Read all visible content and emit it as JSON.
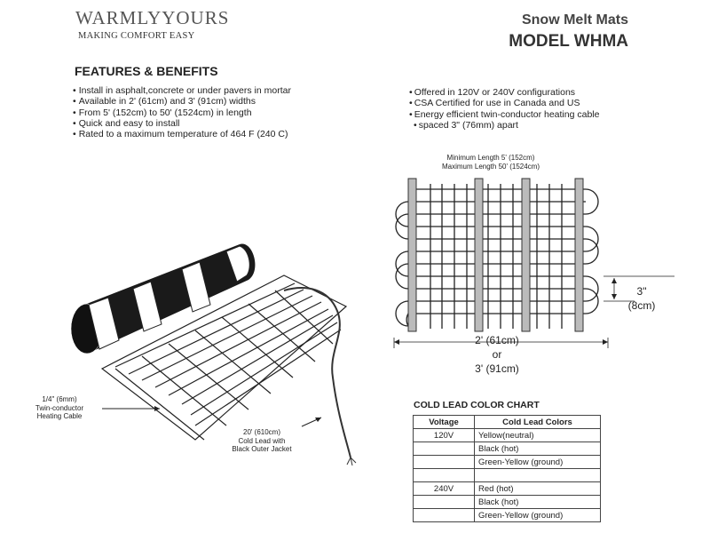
{
  "header": {
    "brand": "WARMLYYOURS",
    "tagline": "MAKING COMFORT EASY",
    "title_line1": "Snow Melt Mats",
    "title_line2": "MODEL WHMA"
  },
  "features": {
    "heading": "FEATURES & BENEFITS",
    "left": [
      "Install in asphalt,concrete or under pavers in mortar",
      "Available in 2' (61cm) and 3' (91cm) widths",
      "From 5' (152cm) to 50' (1524cm) in length",
      "Quick and easy to install",
      "Rated to a maximum temperature of 464  F (240  C)"
    ],
    "right": [
      "Offered in 120V or 240V configurations",
      "CSA Certified for use in Canada and US",
      "Energy efficient twin-conductor heating cable"
    ],
    "right_continuation": "spaced 3\" (76mm) apart"
  },
  "mat_labels": {
    "cable_line1": "1/4\" (6mm)",
    "cable_line2": "Twin-conductor",
    "cable_line3": "Heating Cable",
    "lead_line1": "20' (610cm)",
    "lead_line2": "Cold Lead with",
    "lead_line3": "Black Outer Jacket"
  },
  "diagram_labels": {
    "min_length": "Minimum Length 5' (152cm)",
    "max_length": "Maximum Length 50' (1524cm)",
    "spacing_in": "3\"",
    "spacing_cm": "(8cm)",
    "width_1": "2' (61cm)",
    "width_or": "or",
    "width_2": "3' (91cm)"
  },
  "color_chart": {
    "title": "COLD LEAD COLOR CHART",
    "headers": [
      "Voltage",
      "Cold Lead Colors"
    ],
    "rows": [
      [
        "120V",
        "Yellow(neutral)"
      ],
      [
        "",
        "Black (hot)"
      ],
      [
        "",
        "Green-Yellow (ground)"
      ],
      [
        "",
        ""
      ],
      [
        "240V",
        "Red (hot)"
      ],
      [
        "",
        "Black (hot)"
      ],
      [
        "",
        "Green-Yellow (ground)"
      ]
    ]
  }
}
